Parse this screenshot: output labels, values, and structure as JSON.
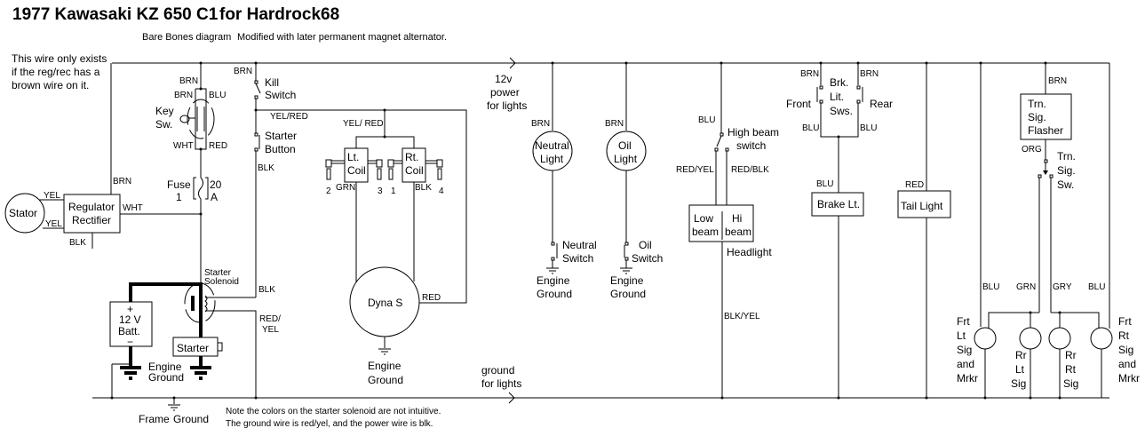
{
  "header": {
    "title": "1977 Kawasaki KZ 650 C1",
    "for": "for Hardrock68",
    "subtitle": "Bare Bones diagram",
    "subtitle2": "Modified with later permanent magnet alternator."
  },
  "notes": {
    "brown_wire": [
      "This wire only exists",
      "if the reg/rec has a",
      "brown wire on it."
    ],
    "solenoid_note": [
      "Note the colors on the starter solenoid are not intuitive.",
      "The ground wire is red/yel, and the power wire is blk."
    ]
  },
  "buses": {
    "power": [
      "12v",
      "power",
      "for lights"
    ],
    "ground": [
      "ground",
      "for lights"
    ]
  },
  "components": {
    "stator": "Stator",
    "regulator": [
      "Regulator",
      "Rectifier"
    ],
    "key_switch": [
      "Key",
      "Sw."
    ],
    "fuse": [
      "Fuse",
      "1"
    ],
    "fuse_rating": [
      "20",
      "A"
    ],
    "kill_switch": [
      "Kill",
      "Switch"
    ],
    "starter_button": [
      "Starter",
      "Button"
    ],
    "solenoid": [
      "Starter",
      "Solenoid"
    ],
    "battery": [
      "+",
      "12 V",
      "Batt.",
      "−"
    ],
    "starter": "Starter",
    "lt_coil": [
      "Lt.",
      "Coil"
    ],
    "rt_coil": [
      "Rt.",
      "Coil"
    ],
    "plugs": [
      "2",
      "3",
      "1",
      "4"
    ],
    "dyna": "Dyna S",
    "neutral_light": [
      "Neutral",
      "Light"
    ],
    "oil_light": [
      "Oil",
      "Light"
    ],
    "neutral_switch": [
      "Neutral",
      "Switch"
    ],
    "oil_switch": [
      "Oil",
      "Switch"
    ],
    "high_beam_switch": [
      "High beam",
      "switch"
    ],
    "headlight_low": [
      "Low",
      "beam"
    ],
    "headlight_hi": [
      "Hi",
      "beam"
    ],
    "headlight": "Headlight",
    "brake_switches": [
      "Brk.",
      "Lit.",
      "Sws."
    ],
    "brake_front": "Front",
    "brake_rear": "Rear",
    "brake_light": "Brake Lt.",
    "tail_light": "Tail Light",
    "flasher": [
      "Trn.",
      "Sig.",
      "Flasher"
    ],
    "turn_switch": [
      "Trn.",
      "Sig.",
      "Sw."
    ],
    "frt_lt": [
      "Frt",
      "Lt",
      "Sig",
      "and",
      "Mrkr"
    ],
    "rr_lt": [
      "Rr",
      "Lt",
      "Sig"
    ],
    "rr_rt": [
      "Rr",
      "Rt",
      "Sig"
    ],
    "frt_rt": [
      "Frt",
      "Rt",
      "Sig",
      "and",
      "Mrkr"
    ]
  },
  "grounds": {
    "engine": [
      "Engine",
      "Ground"
    ],
    "frame": [
      "Frame",
      "Ground"
    ]
  },
  "wires": {
    "yel": "YEL",
    "wht": "WHT",
    "blk": "BLK",
    "brn": "BRN",
    "blu": "BLU",
    "red": "RED",
    "grn": "GRN",
    "gry": "GRY",
    "org": "ORG",
    "yel_red": "YEL/RED",
    "yel_red2": "YEL/ RED",
    "red_yel": "RED/YEL",
    "red_blk": "RED/BLK",
    "blk_yel": "BLK/YEL",
    "red_yel_split": [
      "RED/",
      "YEL"
    ]
  }
}
